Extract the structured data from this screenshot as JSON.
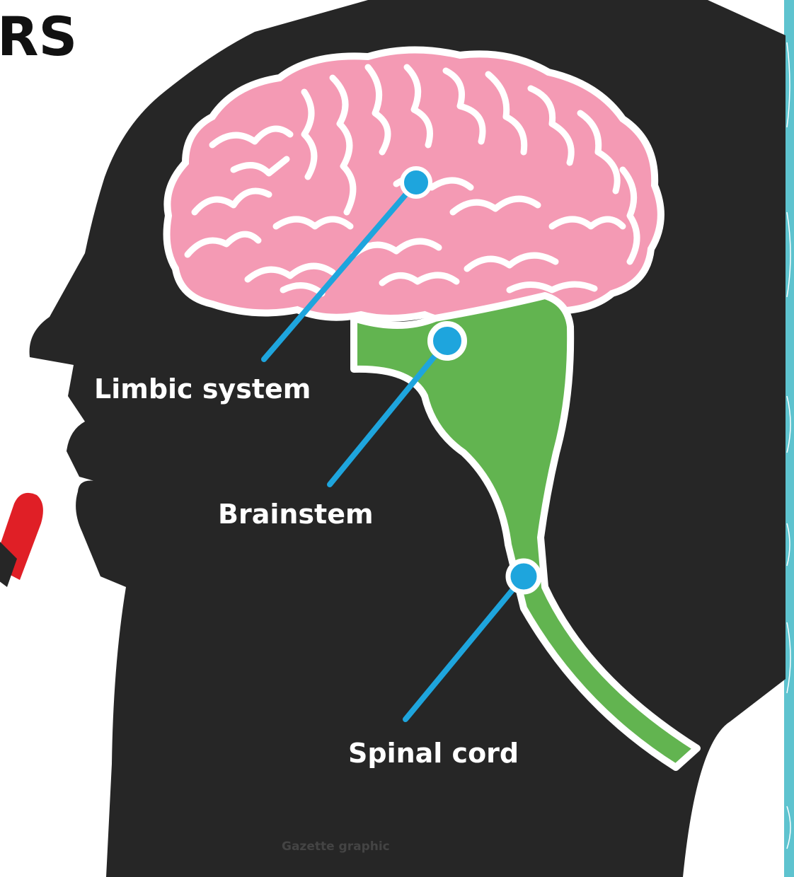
{
  "heading_fragment": "RS",
  "labels": {
    "limbic": "Limbic system",
    "brainstem": "Brainstem",
    "spinal": "Spinal cord"
  },
  "credit": "Gazette graphic",
  "colors": {
    "silhouette": "#262626",
    "brain": "#f49ab4",
    "brain_folds": "#ffffff",
    "stem": "#62b450",
    "marker": "#1ea5dd",
    "cigarette": "#e01f26",
    "side_panel": "#5ec3cf"
  }
}
